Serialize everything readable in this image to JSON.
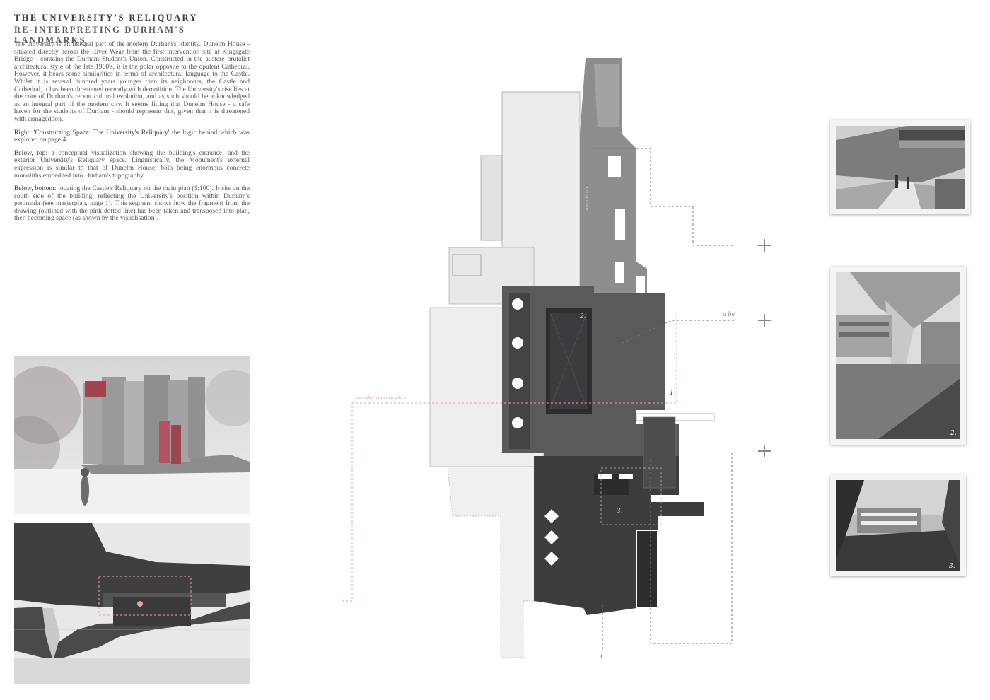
{
  "header": {
    "title": "THE UNIVERSITY'S RELIQUARY",
    "subtitle": "RE-INTERPRETING DURHAM'S LANDMARKS"
  },
  "intro": "The university is an integral part of the modern Durham's identity. Dunelm House - situated directly across the River Wear from the first intervention site at Kingsgate Bridge - contains the Durham Student's Union. Constructed in the austere brutalist architectural style of the late 1960's, it is the polar opposite to the opulent Cathedral. However, it bears some similarities in terms of architectural language to the Castle. Whilst it is several hundred years younger than its neighbours, the Castle and Cathedral, it has been threatened recently with demolition. The University's rise lies at the core of Durham's recent cultural evolution, and as such should be acknowledged as an integral part of the modern city. It seems fitting that Dunelm House - a safe haven for the students of Durham - should represent this, given that it is threatened with armageddon.",
  "captions": [
    {
      "lead": "Right: 'Constructing Space: The University's Reliquary'",
      "body": " the logic behind which was explored on page 4."
    },
    {
      "lead": "Below, top:",
      "body": " a conceptual visualization showing the building's entrance, and the exterior University's Reliquary space. Linguistically, the Monument's external expression is similar to that of Dunelm House, both being enormous concrete monoliths embedded into Durham's topography."
    },
    {
      "lead": "Below, bottom:",
      "body": " locating the Castle's Reliquary on the main plan (1:100). It sits on the south side of the building, reflecting the University's position within Durham's peninsula (see masterplan, page 1). This segment shows how the fragment from the drawing (outlined with the pink dotted line) has been taken and transposed into plan, then becoming space (as shown by the visualisation)."
    }
  ],
  "plan_labels": {
    "a_beginning": "a beginning",
    "translation": "translation into plan",
    "vertical": "monolithic",
    "n1": "1.",
    "n2": "2.",
    "n3": "3."
  },
  "photo_numbers": {
    "p2": "2.",
    "p3": "3."
  },
  "colors": {
    "accent_pink": "#e8a0ad",
    "plan_dark": "#3d3d3f",
    "plan_mid": "#8a8a8c",
    "plan_light": "#e6e6e6"
  }
}
